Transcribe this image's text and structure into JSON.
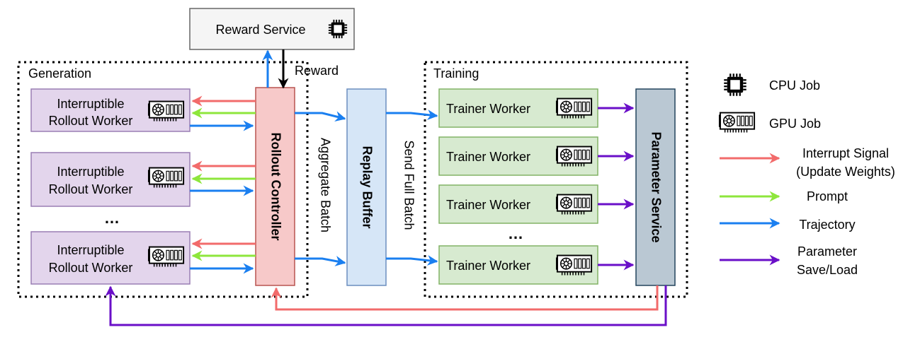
{
  "reward_service": {
    "label": "Reward Service"
  },
  "reward_arrow": {
    "label": "Reward"
  },
  "generation_group": {
    "title": "Generation",
    "workers": [
      {
        "line1": "Interruptible",
        "line2": "Rollout Worker"
      },
      {
        "line1": "Interruptible",
        "line2": "Rollout Worker"
      },
      {
        "line1": "Interruptible",
        "line2": "Rollout Worker"
      }
    ],
    "ellipsis": "…"
  },
  "rollout_controller": {
    "label": "Rollout Controller"
  },
  "aggregate_batch": {
    "label": "Aggregate Batch"
  },
  "replay_buffer": {
    "label": "Replay Buffer"
  },
  "send_full_batch": {
    "label": "Send Full Batch"
  },
  "training_group": {
    "title": "Training",
    "workers": [
      {
        "label": "Trainer Worker"
      },
      {
        "label": "Trainer Worker"
      },
      {
        "label": "Trainer Worker"
      },
      {
        "label": "Trainer Worker"
      }
    ],
    "ellipsis": "…"
  },
  "parameter_service": {
    "label": "Parameter Service"
  },
  "legend": {
    "cpu_job": "CPU Job",
    "gpu_job": "GPU Job",
    "interrupt_line1": "Interrupt Signal",
    "interrupt_line2": "(Update Weights)",
    "prompt": "Prompt",
    "trajectory": "Trajectory",
    "parameter_line1": "Parameter",
    "parameter_line2": "Save/Load"
  },
  "colors": {
    "interrupt": "#f26b6b",
    "prompt": "#8ee63c",
    "trajectory": "#1a7ff0",
    "parameter": "#6a0fc8",
    "rollout_worker_fill": "#e3d5ec",
    "rollout_worker_stroke": "#9a7fb4",
    "controller_fill": "#f7c9c9",
    "controller_stroke": "#b85450",
    "buffer_fill": "#d6e6f7",
    "buffer_stroke": "#6c8ebf",
    "trainer_fill": "#d7ead0",
    "trainer_stroke": "#82b366",
    "param_fill": "#bac8d3",
    "param_stroke": "#23445d",
    "reward_fill": "#f5f5f5",
    "reward_stroke": "#666666"
  }
}
